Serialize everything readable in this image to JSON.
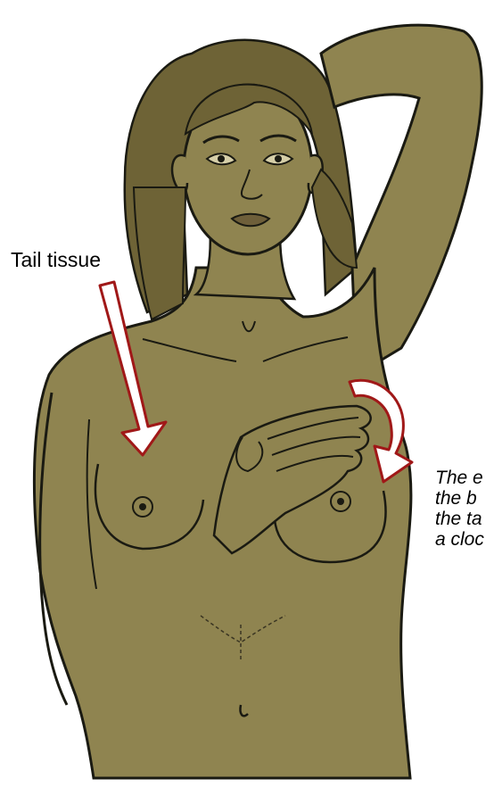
{
  "labels": {
    "tail_tissue": "Tail tissue"
  },
  "caption": {
    "lines": [
      "The e",
      "the b",
      "the ta",
      "a cloc"
    ]
  },
  "colors": {
    "skin": "#8f8450",
    "hair": "#6e6336",
    "outline": "#1a1a12",
    "arrow_outline": "#a01818",
    "arrow_fill": "#ffffff",
    "background": "#ffffff"
  },
  "icons": {
    "tail_arrow": "straight-down-arrow-icon",
    "circular_arrow": "clockwise-arc-arrow-icon"
  }
}
